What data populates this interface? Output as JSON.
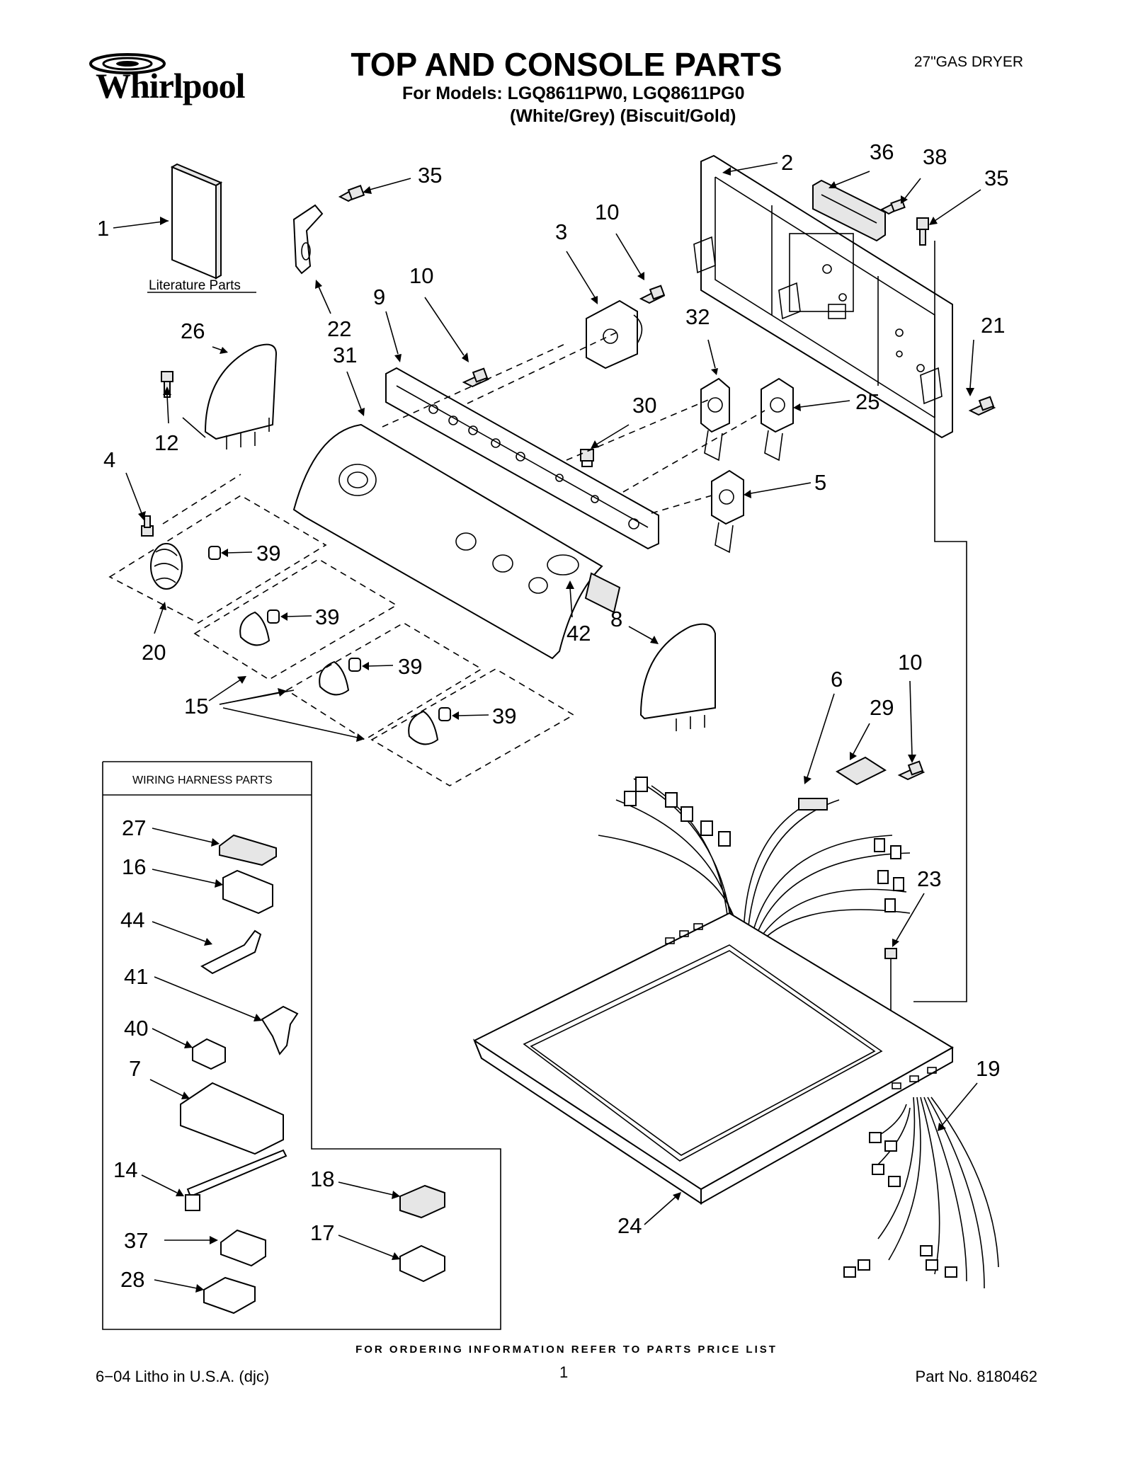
{
  "header": {
    "brand": "Whirlpool",
    "title": "TOP AND CONSOLE PARTS",
    "models_line": "For Models: LGQ8611PW0, LGQ8611PG0",
    "colors_line": "(White/Grey)  (Biscuit/Gold)",
    "product": "27\"GAS DRYER"
  },
  "diagram": {
    "literature_label": "Literature Parts",
    "wiring_box_title": "WIRING HARNESS PARTS",
    "callouts": {
      "c1": "1",
      "c2": "2",
      "c3": "3",
      "c4": "4",
      "c5": "5",
      "c6": "6",
      "c7": "7",
      "c8": "8",
      "c9": "9",
      "c10a": "10",
      "c10b": "10",
      "c10c": "10",
      "c12": "12",
      "c14": "14",
      "c15": "15",
      "c16": "16",
      "c17": "17",
      "c18": "18",
      "c19": "19",
      "c20": "20",
      "c21": "21",
      "c22": "22",
      "c23": "23",
      "c24": "24",
      "c25": "25",
      "c26": "26",
      "c27": "27",
      "c28": "28",
      "c29": "29",
      "c30": "30",
      "c31": "31",
      "c32": "32",
      "c35a": "35",
      "c35b": "35",
      "c36": "36",
      "c37": "37",
      "c38": "38",
      "c39a": "39",
      "c39b": "39",
      "c39c": "39",
      "c39d": "39",
      "c40": "40",
      "c41": "41",
      "c42": "42",
      "c44": "44"
    }
  },
  "footer": {
    "ordering_note": "FOR ORDERING INFORMATION REFER TO PARTS PRICE LIST",
    "litho": "6−04 Litho in U.S.A. (djc)",
    "page_number": "1",
    "part_number": "Part No. 8180462"
  }
}
